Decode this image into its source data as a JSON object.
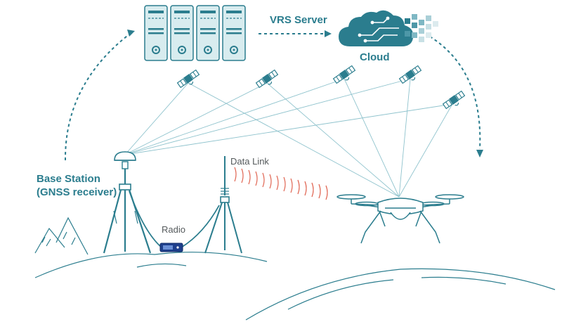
{
  "labels": {
    "vrs_server": "VRS Server",
    "cloud": "Cloud",
    "base_station_line1": "Base Station",
    "base_station_line2": "(GNSS receiver)",
    "radio": "Radio",
    "data_link": "Data Link"
  },
  "colors": {
    "teal": "#2b7d8e",
    "light_teal": "#d8ecef",
    "navy": "#1e3f8c",
    "signal_red": "#e06552",
    "line": "#7fb8c4"
  },
  "icons": {
    "server": "server-rack-icon",
    "cloud": "cloud-circuit-icon",
    "satellite": "satellite-icon",
    "gnss_antenna": "gnss-antenna-icon",
    "tripod": "tripod-icon",
    "radio": "radio-modem-icon",
    "drone": "drone-icon",
    "mountain": "mountain-icon"
  }
}
